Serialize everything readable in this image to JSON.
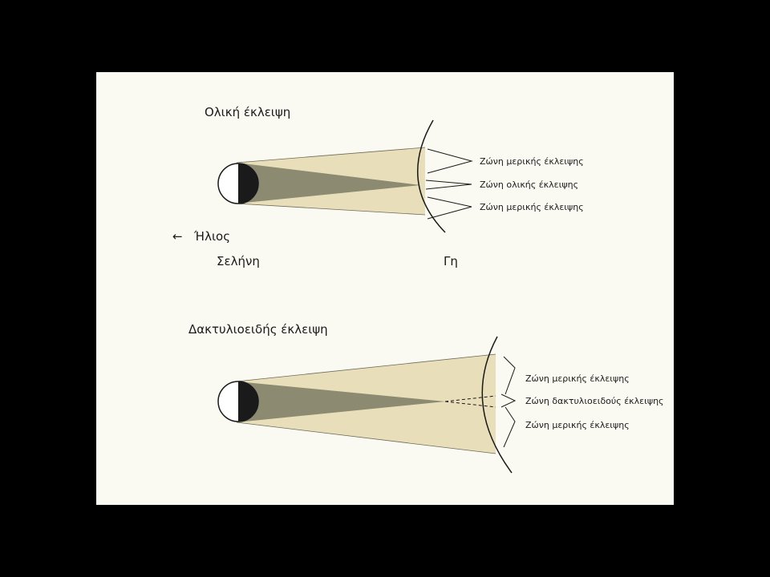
{
  "total_eclipse": {
    "title": "Ολική έκλειψη",
    "sun_label": "Ήλιος",
    "sun_arrow": "←",
    "moon_label": "Σελήνη",
    "earth_label": "Γη",
    "zones": [
      "Ζώνη μερικής έκλειψης",
      "Ζώνη ολικής έκλειψης",
      "Ζώνη μερικής έκλειψης"
    ]
  },
  "annular_eclipse": {
    "title": "Δακτυλιοειδής έκλειψη",
    "zones": [
      "Ζώνη μερικής έκλειψης",
      "Ζώνη δακτυλιοειδούς έκλειψης",
      "Ζώνη μερικής έκλειψης"
    ]
  },
  "colors": {
    "slide": "#fbfaf2",
    "penumbra": "#e8dfba",
    "umbra": "#8c8a70",
    "moon_dark": "#1a1a1a",
    "line": "#1a1a1a"
  }
}
